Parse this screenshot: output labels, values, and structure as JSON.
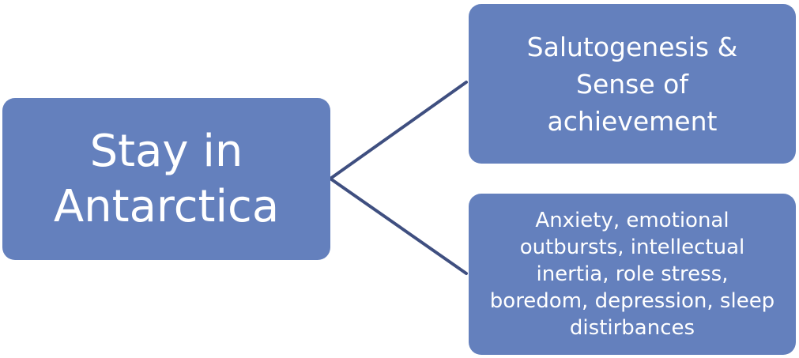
{
  "diagram": {
    "root": {
      "label": "Stay in\nAntarctica"
    },
    "branches": [
      {
        "label": "Salutogenesis &\nSense of\nachievement"
      },
      {
        "label": "Anxiety, emotional\noutbursts, intellectual\ninertia, role stress,\nboredom, depression, sleep\ndistirbances"
      }
    ]
  },
  "colors": {
    "node_fill": "#6480bd",
    "connector": "#3f4f80",
    "text": "#ffffff"
  }
}
